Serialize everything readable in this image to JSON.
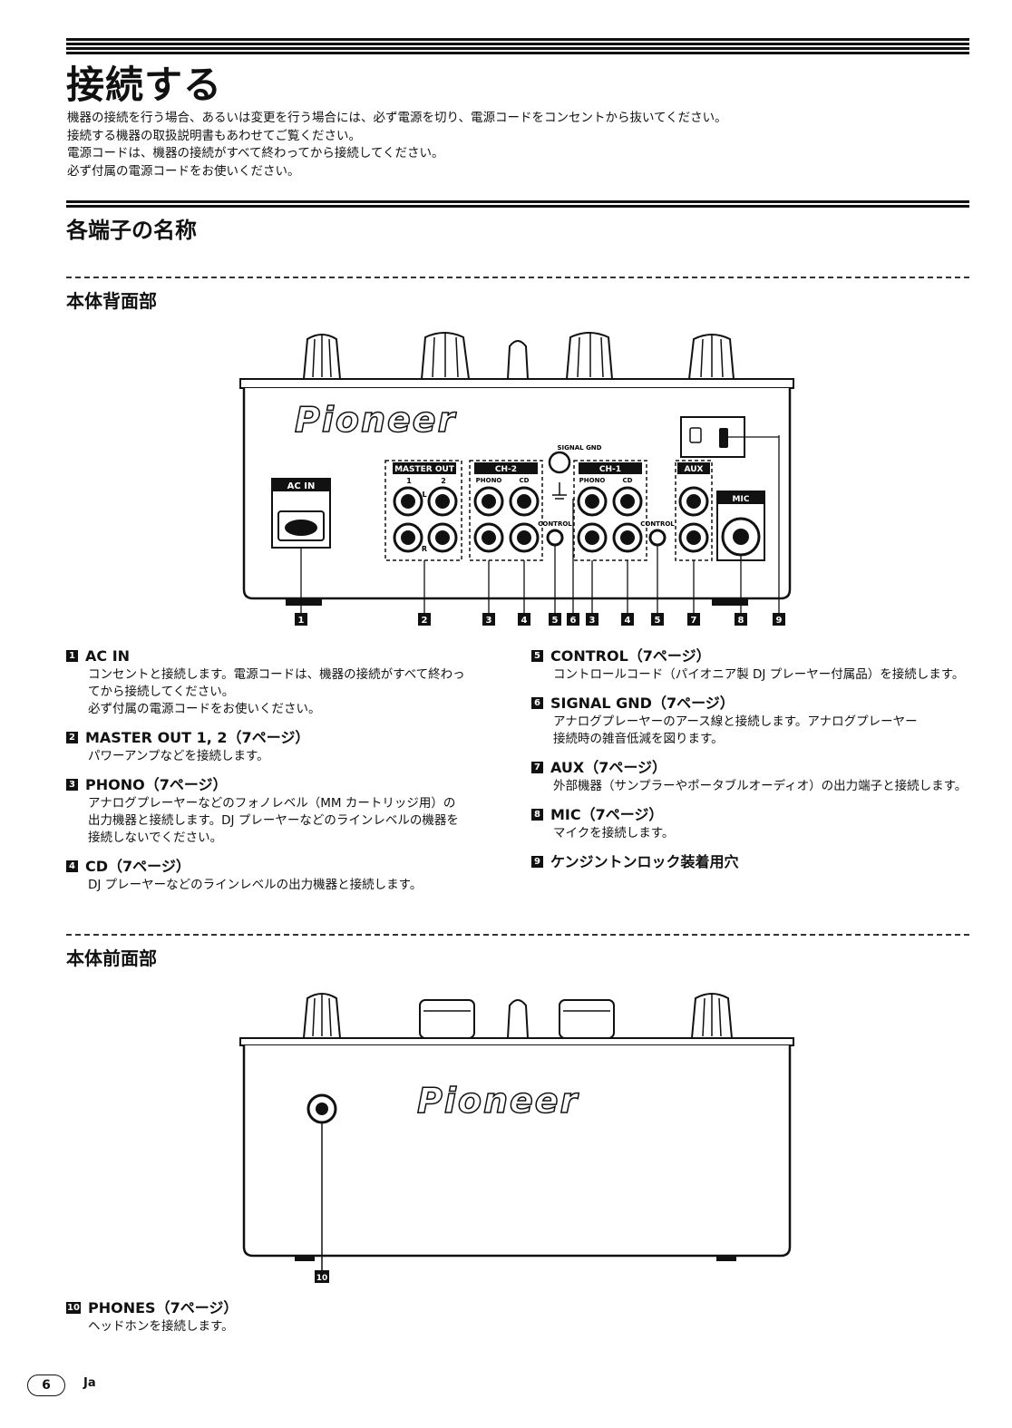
{
  "page": {
    "title": "接続する",
    "intro": [
      "機器の接続を行う場合、あるいは変更を行う場合には、必ず電源を切り、電源コードをコンセントから抜いてください。",
      "接続する機器の取扱説明書もあわせてご覧ください。",
      "電源コードは、機器の接続がすべて終わってから接続してください。",
      "必ず付属の電源コードをお使いください。"
    ],
    "section_title": "各端子の名称",
    "rear_title": "本体背面部",
    "front_title": "本体前面部",
    "page_number": "6",
    "lang": "Ja"
  },
  "rear_diagram": {
    "brand": "Pioneer",
    "labels": {
      "ac_in": "AC IN",
      "master_out": "MASTER OUT",
      "ch2": "CH-2",
      "ch1": "CH-1",
      "aux": "AUX",
      "mic": "MIC",
      "signal_gnd": "SIGNAL GND",
      "phono": "PHONO",
      "cd": "CD",
      "control": "CONTROL",
      "l": "L",
      "r": "R",
      "one": "1",
      "two": "2"
    },
    "callouts": [
      "1",
      "2",
      "3",
      "4",
      "5",
      "6",
      "3",
      "4",
      "5",
      "7",
      "8",
      "9"
    ]
  },
  "front_diagram": {
    "brand": "Pioneer",
    "callout": "10"
  },
  "items_left": [
    {
      "num": "1",
      "title": "AC IN",
      "body": [
        "コンセントと接続します。電源コードは、機器の接続がすべて終わっ",
        "てから接続してください。",
        "必ず付属の電源コードをお使いください。"
      ]
    },
    {
      "num": "2",
      "title": "MASTER OUT 1, 2（7ページ）",
      "body": [
        "パワーアンプなどを接続します。"
      ]
    },
    {
      "num": "3",
      "title": "PHONO（7ページ）",
      "body": [
        "アナログプレーヤーなどのフォノレベル（MM カートリッジ用）の",
        "出力機器と接続します。DJ プレーヤーなどのラインレベルの機器を",
        "接続しないでください。"
      ]
    },
    {
      "num": "4",
      "title": "CD（7ページ）",
      "body": [
        "DJ プレーヤーなどのラインレベルの出力機器と接続します。"
      ]
    }
  ],
  "items_right": [
    {
      "num": "5",
      "title": "CONTROL（7ページ）",
      "body": [
        "コントロールコード（パイオニア製 DJ プレーヤー付属品）を接続します。"
      ]
    },
    {
      "num": "6",
      "title": "SIGNAL GND（7ページ）",
      "body": [
        "アナログプレーヤーのアース線と接続します。アナログプレーヤー",
        "接続時の雑音低減を図ります。"
      ]
    },
    {
      "num": "7",
      "title": "AUX（7ページ）",
      "body": [
        "外部機器（サンプラーやポータブルオーディオ）の出力端子と接続します。"
      ]
    },
    {
      "num": "8",
      "title": "MIC（7ページ）",
      "body": [
        "マイクを接続します。"
      ]
    },
    {
      "num": "9",
      "title": "ケンジントンロック装着用穴",
      "body": []
    }
  ],
  "items_bottom": [
    {
      "num": "10",
      "title": "PHONES（7ページ）",
      "body": [
        "ヘッドホンを接続します。"
      ]
    }
  ]
}
